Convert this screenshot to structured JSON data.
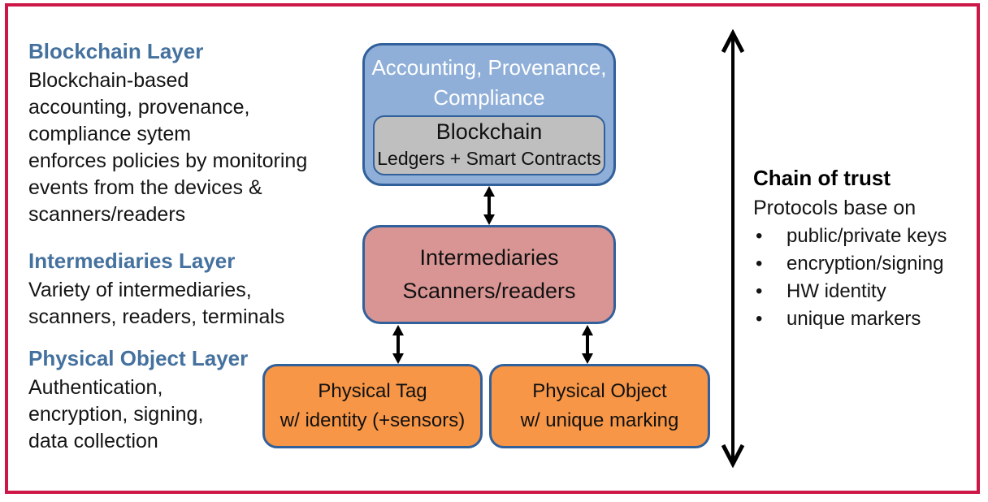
{
  "left_panel": {
    "sections": [
      {
        "heading": "Blockchain Layer",
        "lines": [
          "Blockchain-based",
          "accounting, provenance,",
          "compliance sytem",
          "enforces policies by monitoring",
          "events from the devices &",
          "scanners/readers"
        ]
      },
      {
        "heading": "Intermediaries Layer",
        "lines": [
          "Variety of intermediaries,",
          "scanners, readers, terminals"
        ]
      },
      {
        "heading": "Physical Object Layer",
        "lines": [
          "Authentication,",
          "encryption, signing,",
          "data collection"
        ]
      }
    ]
  },
  "diagram": {
    "blockchain_box": {
      "title_line1": "Accounting, Provenance,",
      "title_line2": "Compliance",
      "inner": {
        "title": "Blockchain",
        "subtitle": "Ledgers + Smart Contracts"
      }
    },
    "intermediaries_box": {
      "line1": "Intermediaries",
      "line2": "Scanners/readers"
    },
    "physical_tag_box": {
      "line1": "Physical Tag",
      "line2": "w/ identity (+sensors)"
    },
    "physical_object_box": {
      "line1": "Physical Object",
      "line2": "w/ unique marking"
    }
  },
  "chain_of_trust": {
    "heading": "Chain of trust",
    "subheading": "Protocols base on",
    "bullet_char": "•",
    "bullets": [
      "public/private keys",
      "encryption/signing",
      "HW identity",
      "unique markers"
    ]
  },
  "colors": {
    "frame_border": "#CD1747",
    "heading_blue": "#44719E",
    "box_border": "#31609B",
    "blue_fill": "#8FAFD9",
    "gray_fill": "#BFBFBF",
    "pink_fill": "#D99594",
    "orange_fill": "#F79646",
    "arrow_black": "#000000"
  }
}
